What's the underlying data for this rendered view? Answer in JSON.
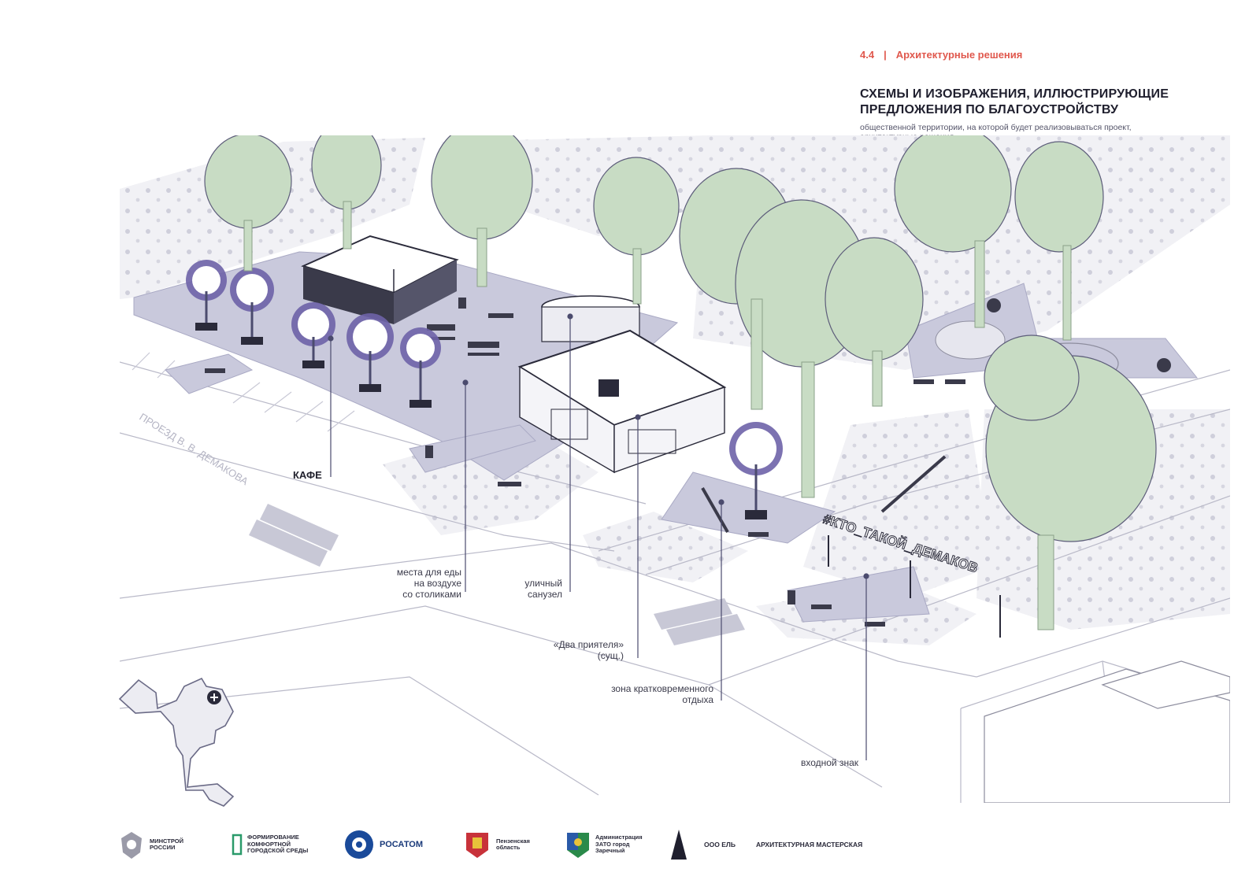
{
  "header": {
    "section_number": "4.4",
    "separator": "|",
    "section_title": "Архитектурные решения"
  },
  "heading": {
    "title": "СХЕМЫ И ИЗОБРАЖЕНИЯ, ИЛЛЮСТРИРУЮЩИЕ ПРЕДЛОЖЕНИЯ ПО БЛАГОУСТРОЙСТВУ",
    "subtitle": "общественной территории, на которой будет реализовываться проект, архитектурные решения"
  },
  "plan": {
    "cafe_label": "КАФЕ",
    "street_name": "ПРОЕЗД В. В. ДЕМАКОВА",
    "sign_text": "#КТО_ТАКОЙ_ДЕМАКОВ",
    "callouts": [
      {
        "id": "outdoor-dining",
        "text": "места для еды\nна воздухе\nсо столиками"
      },
      {
        "id": "restroom",
        "text": "уличный\nсанузел"
      },
      {
        "id": "two-friends",
        "text": "«Два приятеля»\n(сущ.)"
      },
      {
        "id": "rest-zone",
        "text": "зона кратковременного\nотдыха"
      },
      {
        "id": "entrance-sign",
        "text": "входной знак"
      }
    ]
  },
  "colors": {
    "accent": "#e0584d",
    "paving": "#c9c9dc",
    "tree": "#c8dcc4",
    "line": "#4b4b6e"
  },
  "footer": {
    "logos": [
      {
        "id": "minstroy",
        "text": "МИНСТРОЙ\nРОССИИ"
      },
      {
        "id": "comfort-env",
        "text": "ФОРМИРОВАНИЕ\nКОМФОРТНОЙ\nГОРОДСКОЙ СРЕДЫ"
      },
      {
        "id": "rosatom",
        "text": "РОСАТОМ"
      },
      {
        "id": "penza",
        "text": "Пензенская\nобласть"
      },
      {
        "id": "zarechny",
        "text": "Администрация\nЗАТО город\nЗаречный"
      },
      {
        "id": "el",
        "text": "ООО ЕЛЬ"
      },
      {
        "id": "arch-studio",
        "text": "АРХИТЕКТУРНАЯ МАСТЕРСКАЯ"
      }
    ]
  }
}
